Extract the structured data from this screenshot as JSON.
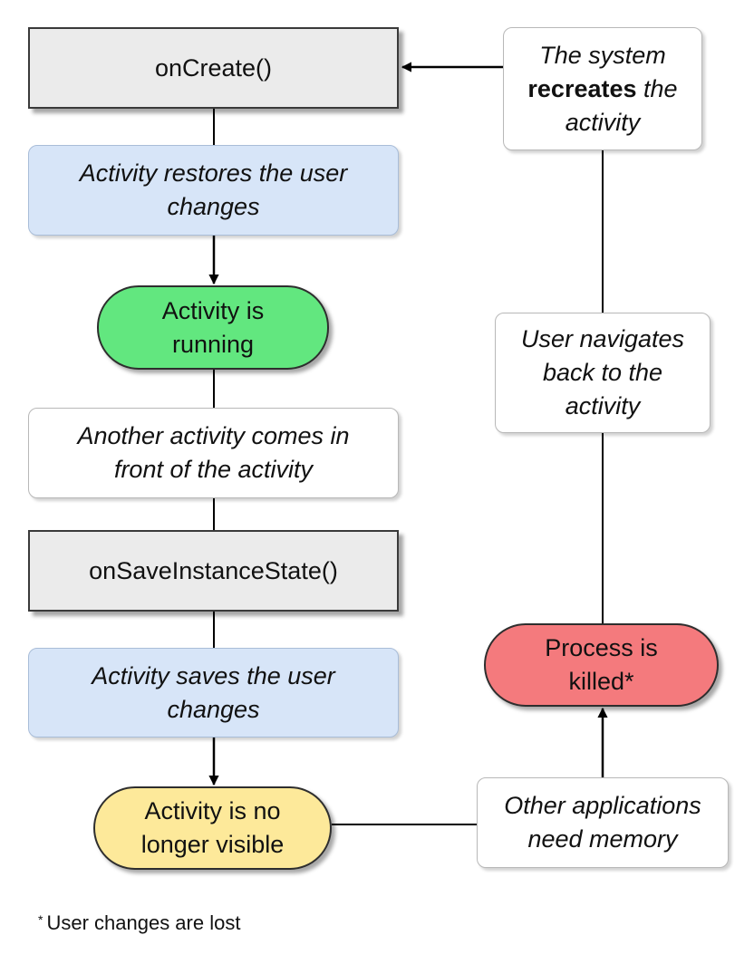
{
  "nodes": {
    "on_create": "onCreate()",
    "restores": "Activity restores the user changes",
    "running": "Activity is running",
    "another_activity": "Another activity comes in front of the activity",
    "on_save_instance_state": "onSaveInstanceState()",
    "saves": "Activity saves the user changes",
    "not_visible": "Activity is no longer visible",
    "other_apps": "Other applications need memory",
    "process_killed": "Process is killed*",
    "navigates_back": "User navigates back to the activity",
    "recreates": {
      "pre": "The system",
      "bold": "recreates",
      "post": "the activity"
    }
  },
  "footnote": {
    "marker": "*",
    "text": "User changes are lost"
  },
  "colors": {
    "method_fill": "#ebebeb",
    "note_blue_fill": "#d7e5f8",
    "running_fill": "#62e77f",
    "not_visible_fill": "#fde99a",
    "killed_fill": "#f47a7d"
  }
}
